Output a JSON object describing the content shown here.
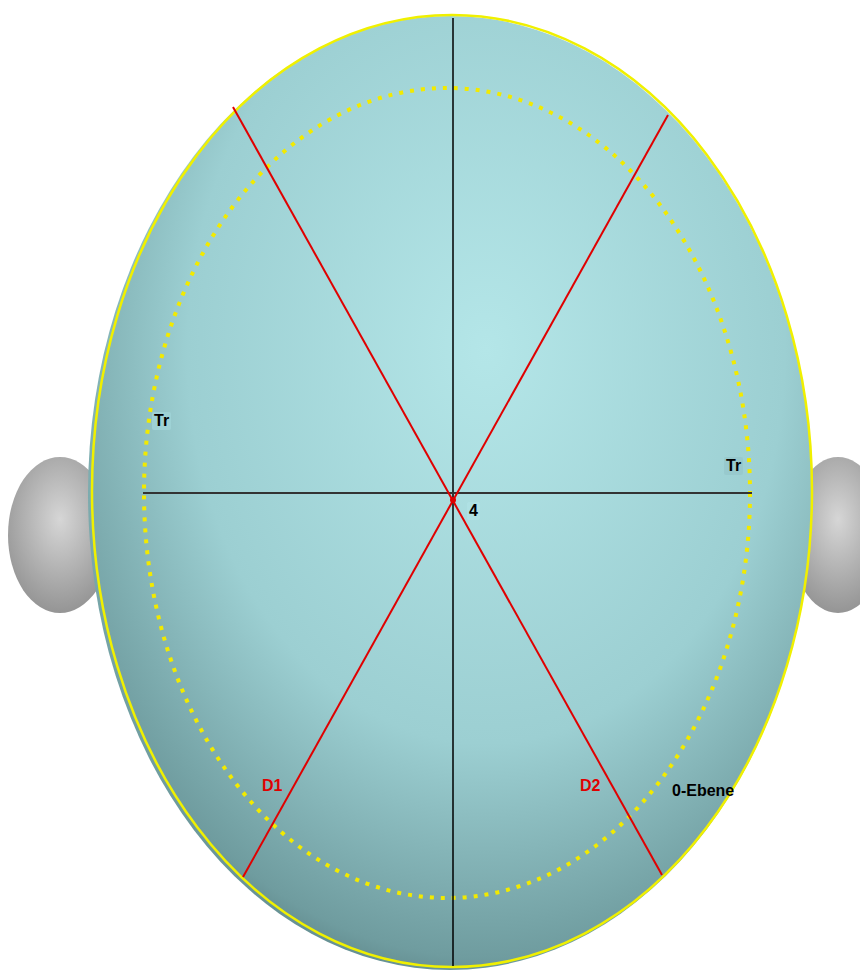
{
  "diagram": {
    "labels": [
      "Tr",
      "Tr",
      "4",
      "D1",
      "D2",
      "0-Ebene"
    ]
  }
}
